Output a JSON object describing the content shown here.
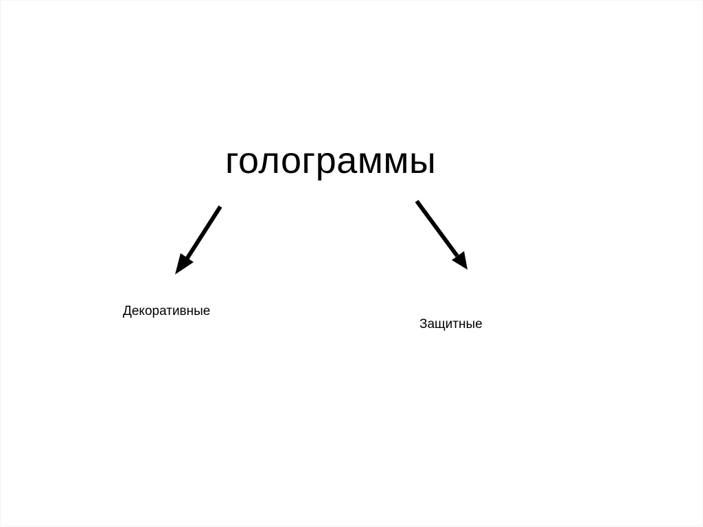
{
  "diagram": {
    "root": {
      "label": "голограммы"
    },
    "branches": [
      {
        "label": "Декоративные",
        "direction": "down-left"
      },
      {
        "label": "Защитные",
        "direction": "down-right"
      }
    ],
    "colors": {
      "background": "#ffffff",
      "text": "#000000",
      "arrow": "#000000"
    }
  }
}
